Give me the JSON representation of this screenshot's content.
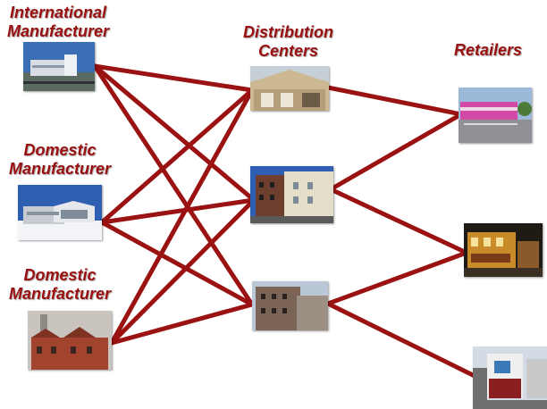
{
  "colors": {
    "link": "#9a1212",
    "label": "#9a0f0f"
  },
  "labels": {
    "international": [
      "International",
      "Manufacturer"
    ],
    "domestic1": [
      "Domestic",
      "Manufacturer"
    ],
    "domestic2": [
      "Domestic",
      "Manufacturer"
    ],
    "distribution": [
      "Distribution",
      "Centers"
    ],
    "retailers": [
      "Retailers"
    ]
  },
  "nodes": [
    {
      "id": "intl",
      "picture": "modern factory with blue sky"
    },
    {
      "id": "dom1",
      "picture": "snowy factory building"
    },
    {
      "id": "dom2",
      "picture": "brick factory with smokestack"
    },
    {
      "id": "dc1",
      "picture": "tan warehouse"
    },
    {
      "id": "dc2",
      "picture": "brick warehouse building"
    },
    {
      "id": "dc3",
      "picture": "old industrial building"
    },
    {
      "id": "ret1",
      "picture": "strip mall store"
    },
    {
      "id": "ret2",
      "picture": "lit shopping street at night"
    },
    {
      "id": "ret3",
      "picture": "street corner storefront"
    }
  ],
  "edges": [
    [
      "intl",
      "dc1"
    ],
    [
      "intl",
      "dc2"
    ],
    [
      "intl",
      "dc3"
    ],
    [
      "dom1",
      "dc1"
    ],
    [
      "dom1",
      "dc2"
    ],
    [
      "dom1",
      "dc3"
    ],
    [
      "dom2",
      "dc1"
    ],
    [
      "dom2",
      "dc2"
    ],
    [
      "dom2",
      "dc3"
    ],
    [
      "dc1",
      "ret1"
    ],
    [
      "dc2",
      "ret1"
    ],
    [
      "dc2",
      "ret2"
    ],
    [
      "dc3",
      "ret2"
    ],
    [
      "dc3",
      "ret3"
    ]
  ]
}
